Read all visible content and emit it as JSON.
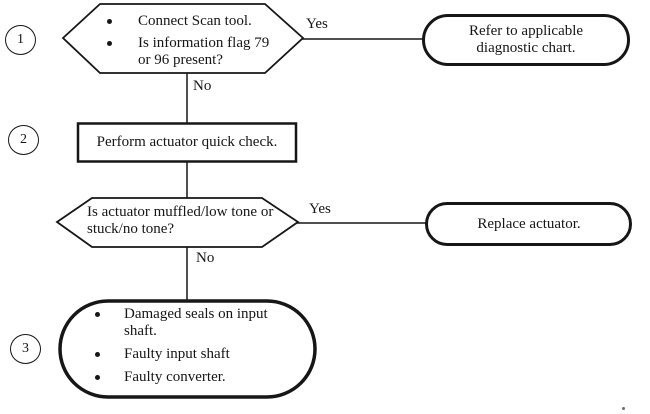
{
  "diagram": {
    "type": "flowchart",
    "colors": {
      "ink": "#161616",
      "background": "#ffffff"
    },
    "step_markers": [
      {
        "label": "1"
      },
      {
        "label": "2"
      },
      {
        "label": "3"
      }
    ],
    "decision1": {
      "bullet_items": [
        "Connect Scan tool.",
        "Is information flag 79 or 96 present?"
      ],
      "yes_label": "Yes",
      "no_label": "No"
    },
    "result1": {
      "label": "Refer to applicable diagnostic chart."
    },
    "action1": {
      "label": "Perform actuator quick check."
    },
    "decision2": {
      "question": "Is actuator muffled/low tone or stuck/no tone?",
      "yes_label": "Yes",
      "no_label": "No"
    },
    "result2": {
      "label": "Replace actuator."
    },
    "result3": {
      "bullet_items": [
        "Damaged seals on input shaft.",
        "Faulty input shaft",
        "Faulty converter."
      ]
    }
  }
}
